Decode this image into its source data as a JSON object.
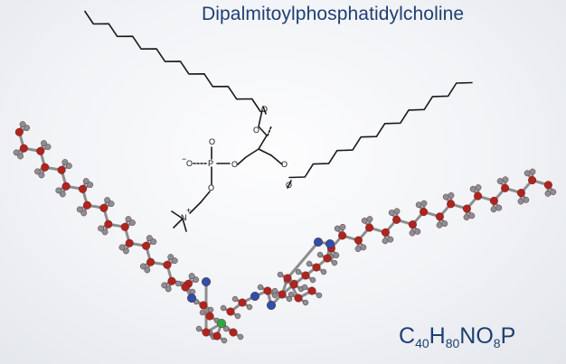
{
  "title": "Dipalmitoylphosphatidylcholine",
  "formula": {
    "elements": [
      {
        "symbol": "C",
        "count": "40"
      },
      {
        "symbol": "H",
        "count": "80"
      },
      {
        "symbol": "NO",
        "count": "8"
      },
      {
        "symbol": "P",
        "count": ""
      }
    ]
  },
  "atom_labels": {
    "oxygen": "O",
    "phosphorus": "P",
    "nitrogen": "N",
    "plus_charge": "+",
    "minus_charge": "−"
  },
  "colors": {
    "title": "#1f3f73",
    "bond": "#1a1a1a",
    "carbon_atom": "#b0241f",
    "hydrogen_atom": "#8a8f95",
    "nitrogen_atom": "#2f4fa8",
    "phosphorus_atom": "#2fa844",
    "oxygen_atom": "#b0241f"
  }
}
